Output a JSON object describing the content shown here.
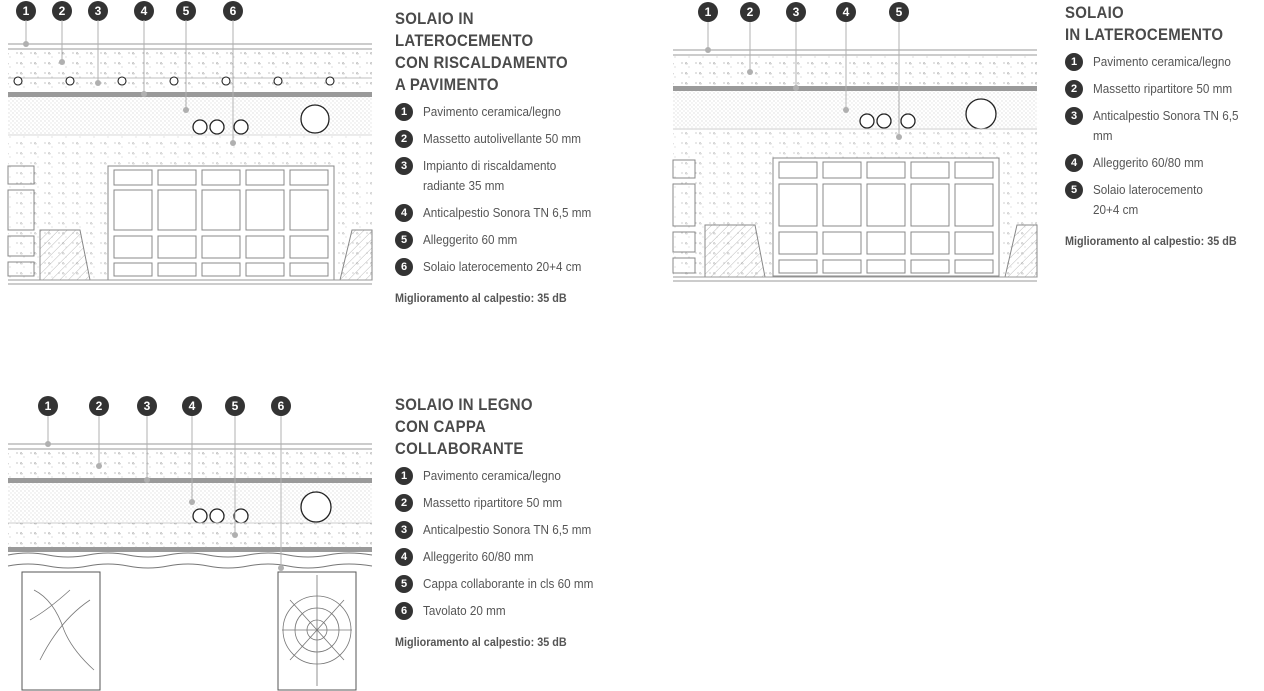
{
  "panels": [
    {
      "title": "SOLAIO IN LATEROCEMENTO\nCON RISCALDAMENTO\nA PAVIMENTO",
      "items": [
        {
          "num": "1",
          "text": "Pavimento ceramica/legno"
        },
        {
          "num": "2",
          "text": "Massetto autolivellante 50 mm"
        },
        {
          "num": "3",
          "text": "Impianto di riscaldamento\nradiante 35 mm"
        },
        {
          "num": "4",
          "text": "Anticalpestio Sonora TN 6,5 mm"
        },
        {
          "num": "5",
          "text": "Alleggerito 60 mm"
        },
        {
          "num": "6",
          "text": "Solaio laterocemento 20+4 cm"
        }
      ],
      "note": "Miglioramento al calpestio: 35 dB"
    },
    {
      "title": "SOLAIO\nIN LATEROCEMENTO",
      "items": [
        {
          "num": "1",
          "text": "Pavimento ceramica/legno"
        },
        {
          "num": "2",
          "text": "Massetto ripartitore 50 mm"
        },
        {
          "num": "3",
          "text": "Anticalpestio Sonora TN 6,5 mm"
        },
        {
          "num": "4",
          "text": "Alleggerito 60/80 mm"
        },
        {
          "num": "5",
          "text": "Solaio laterocemento\n20+4 cm"
        }
      ],
      "note": "Miglioramento al calpestio: 35 dB"
    },
    {
      "title": "SOLAIO IN LEGNO\nCON CAPPA COLLABORANTE",
      "items": [
        {
          "num": "1",
          "text": "Pavimento ceramica/legno"
        },
        {
          "num": "2",
          "text": "Massetto ripartitore 50 mm"
        },
        {
          "num": "3",
          "text": "Anticalpestio Sonora TN 6,5 mm"
        },
        {
          "num": "4",
          "text": "Alleggerito 60/80 mm"
        },
        {
          "num": "5",
          "text": "Cappa collaborante in cls 60 mm"
        },
        {
          "num": "6",
          "text": "Tavolato 20 mm"
        }
      ],
      "note": "Miglioramento al calpestio: 35 dB"
    }
  ],
  "colors": {
    "badge": "#333333",
    "line": "#9a9a9a",
    "marker": "#b0b0b0"
  }
}
